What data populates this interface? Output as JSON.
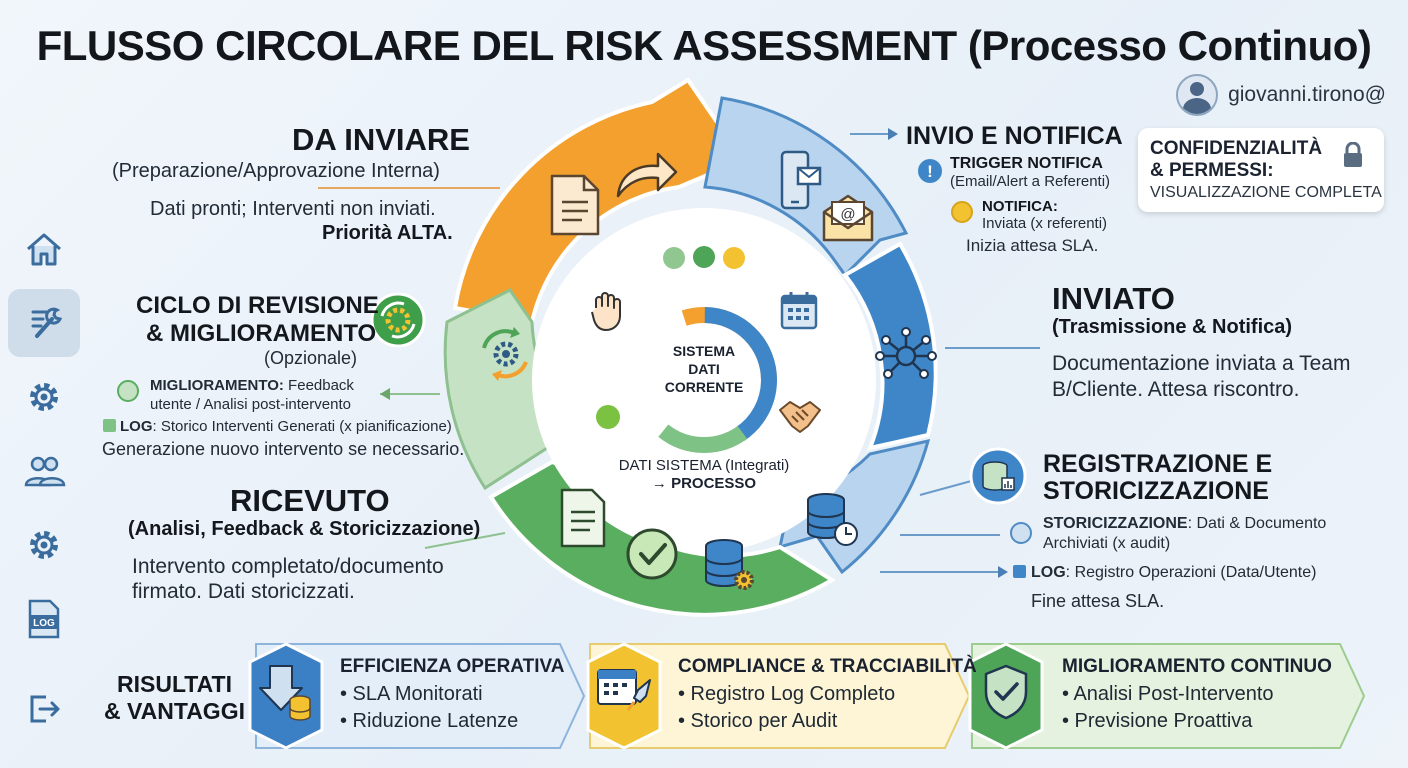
{
  "title": "FLUSSO CIRCOLARE DEL RISK ASSESSMENT (Processo Continuo)",
  "user": {
    "name": "giovanni.tirono@"
  },
  "sidebar": {
    "items": [
      "home-icon",
      "tools-icon",
      "gear-icon",
      "users-icon",
      "settings-icon",
      "log-icon",
      "logout-icon"
    ],
    "log_label": "LOG"
  },
  "confidentiality": {
    "heading_line1": "CONFIDENZIALITÀ",
    "heading_line2": "& PERMESSI:",
    "value": "VISUALIZZAZIONE COMPLETA"
  },
  "center": {
    "line1": "SISTEMA",
    "line2": "DATI",
    "line3": "CORRENTE",
    "caption_line1": "DATI SISTEMA (Integrati)",
    "caption_line2": "→ PROCESSO"
  },
  "stages": {
    "da_inviare": {
      "title": "DA INVIARE",
      "subtitle": "(Preparazione/Approvazione Interna)",
      "desc_line1": "Dati pronti; Interventi non inviati.",
      "desc_line2": "Priorità ALTA."
    },
    "invio": {
      "title": "INVIO E NOTIFICA",
      "trigger_label": "TRIGGER NOTIFICA",
      "trigger_desc": "(Email/Alert a Referenti)",
      "notifica_label": "NOTIFICA:",
      "notifica_desc": "Inviata (x referenti)",
      "sla": "Inizia attesa SLA."
    },
    "inviato": {
      "title": "INVIATO",
      "subtitle": "(Trasmissione & Notifica)",
      "desc_line1": "Documentazione inviata a Team",
      "desc_line2": "B/Cliente. Attesa riscontro."
    },
    "registrazione": {
      "title_line1": "REGISTRAZIONE E",
      "title_line2": "STORICIZZAZIONE",
      "stor_label": "STORICIZZAZIONE",
      "stor_desc_line1": ": Dati & Documento",
      "stor_desc_line2": "Archiviati (x audit)",
      "log_label": "LOG",
      "log_desc": ": Registro Operazioni (Data/Utente)",
      "sla": "Fine attesa SLA."
    },
    "ricevuto": {
      "title": "RICEVUTO",
      "subtitle": "(Analisi, Feedback & Storicizzazione)",
      "desc_line1": "Intervento completato/documento",
      "desc_line2": "firmato. Dati storicizzati."
    },
    "ciclo": {
      "title_line1": "CICLO DI REVISIONE",
      "title_line2": "& MIGLIORAMENTO",
      "subtitle": "(Opzionale)",
      "migl_label": "MIGLIORAMENTO:",
      "migl_desc_line1": " Feedback",
      "migl_desc_line2": "utente / Analisi post-intervento",
      "log_label": "LOG",
      "log_desc": ": Storico Interventi Generati (x pianificazione)",
      "gen": "Generazione nuovo intervento se necessario."
    }
  },
  "results": {
    "label_line1": "RISULTATI",
    "label_line2": "& VANTAGGI",
    "cards": [
      {
        "title": "EFFICIENZA OPERATIVA",
        "items": [
          "• SLA Monitorati",
          "• Riduzione Latenze"
        ],
        "color": "#3b7fc4"
      },
      {
        "title": "COMPLIANCE & TRACCIABILITÀ",
        "items": [
          "• Registro Log Completo",
          "• Storico per Audit"
        ],
        "color": "#f2c230"
      },
      {
        "title": "MIGLIORAMENTO CONTINUO",
        "items": [
          "• Analisi Post-Intervento",
          "• Previsione Proattiva"
        ],
        "color": "#4ea457"
      }
    ]
  },
  "colors": {
    "orange": "#f3a02e",
    "blue": "#3f86c8",
    "light_blue": "#b9d4ee",
    "green": "#5aae60",
    "light_green": "#c6e2c4",
    "yellow": "#f2c230"
  }
}
